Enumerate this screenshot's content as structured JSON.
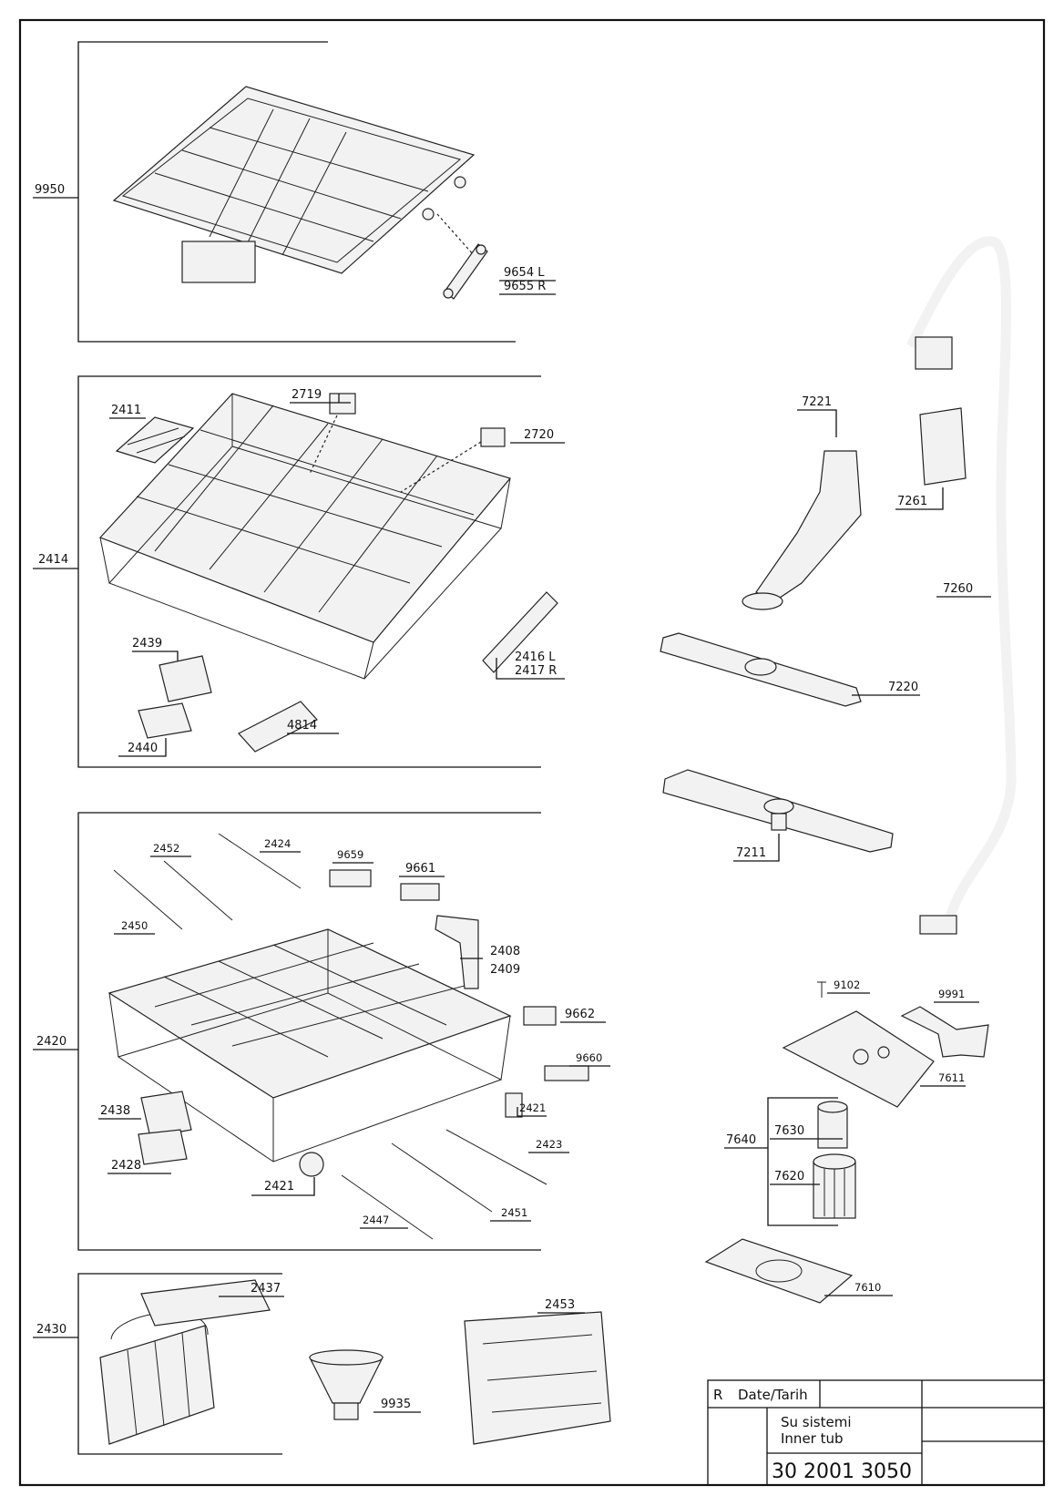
{
  "labels": {
    "p9950": "9950",
    "p9654": "9654 L",
    "p9655": "9655 R",
    "p2411": "2411",
    "p2719": "2719",
    "p2720": "2720",
    "p2414": "2414",
    "p2439": "2439",
    "p2440": "2440",
    "p4814": "4814",
    "p2416": "2416 L",
    "p2417": "2417 R",
    "p7221": "7221",
    "p7261": "7261",
    "p7260": "7260",
    "p7220": "7220",
    "p7211": "7211",
    "p2452": "2452",
    "p2424": "2424",
    "p9659": "9659",
    "p9661": "9661",
    "p2450": "2450",
    "p2408": "2408",
    "p2409": "2409",
    "p2420": "2420",
    "p9662": "9662",
    "p9660": "9660",
    "p2421a": "2421",
    "p2438": "2438",
    "p2428": "2428",
    "p2423": "2423",
    "p2421b": "2421",
    "p2447": "2447",
    "p2451": "2451",
    "p9102": "9102",
    "p9991": "9991",
    "p7611": "7611",
    "p7640": "7640",
    "p7630": "7630",
    "p7620": "7620",
    "p7610": "7610",
    "p2430": "2430",
    "p2437": "2437",
    "p2453": "2453",
    "p9935": "9935"
  },
  "title_block": {
    "rev": "R",
    "date": "Date/Tarih",
    "name_tr": "Su sistemi",
    "name_en": "Inner tub",
    "number": "30 2001 3050"
  }
}
